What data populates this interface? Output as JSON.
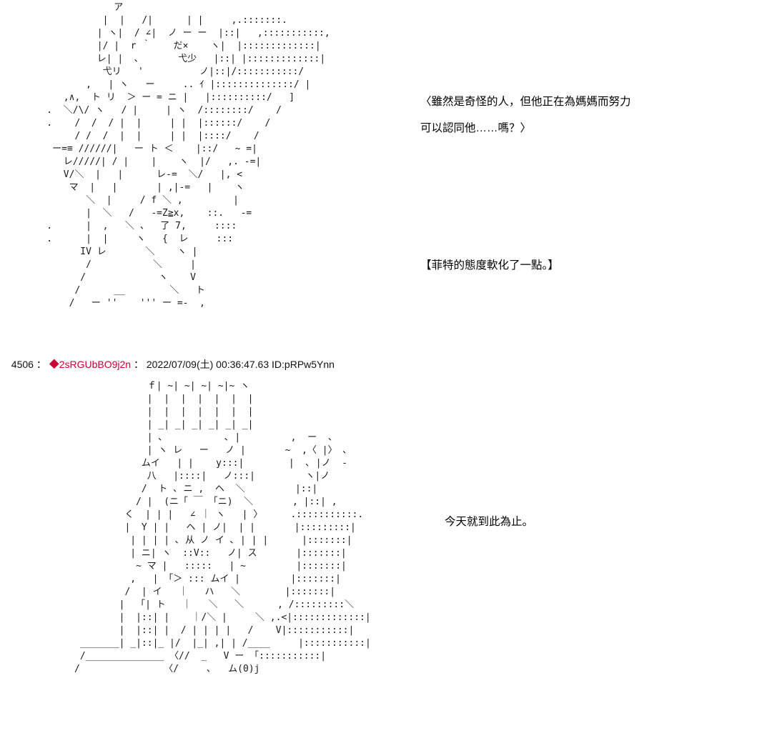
{
  "page": {
    "background_color": "#ffffff",
    "tripcode_color": "#cc0033"
  },
  "post_previous": {
    "aa_art": [
      "                ア",
      "              |  |   /|      | |     ,.:::::::.",
      "             | ヽ|  / ∠|  ノ ー ー  |::|   ,:::::::::::,",
      "             |/ |  r ｀    だ×    ヽ|  |:::::::::::::|",
      "             レ| |  ､       弋少   |::| |:::::::::::::|",
      "              弋リ   '          ノ|::|/:::::::::::/",
      "           ,   | ヽ   ー     .. ｲ |::::::::::::::/ |",
      "       ,∧,  ト リ  ＞ ー = ニ |   |::::::::::/   ]",
      "    .  ＼/\\/ ヽ   / |     | ヽ  /::::::::/    /",
      "    .    /  /  / |  |     | |  |::::::/    /",
      "         / /  /  |  |     | |  |::::/    /",
      "     ー=≡ //////|   ー ト ＜    |::/   ~ =|",
      "       レ/////| / |    |    ヽ  |/   ,. -=|",
      "       V/＼  |   |      レ-=  ＼/   |, <",
      "        マ  |   |       | ,|-=   |    ヽ",
      "           ＼  |     / f ＼ ,         |",
      "           |  ＼   /   -=Z≧x,    ::.   -=",
      "    .      |  ,   ＼ 、  了 7,     ::::",
      "    .      |  |     ヽ   {  レ     :::",
      "          IV レ       ＼    ヽ |",
      "           /           ＼     |",
      "          /             ヽ    V",
      "         /      __        ＼   ト",
      "        /   ー ''    ''' ー =-  ,"
    ],
    "dialogue_lines": [
      "〈雖然是奇怪的人，但他正在為媽媽而努力",
      "可以認同他……嗎？〉"
    ],
    "narration": "【菲特的態度軟化了一點。】"
  },
  "post_header": {
    "number": "4506",
    "separator1": " ： ",
    "tripcode": "◆2sRGUbBO9j2n",
    "separator2": " ： ",
    "datetime": "2022/07/09(土) 00:36:47.63",
    "space": " ",
    "id": "ID:pRPw5Ynn"
  },
  "post_current": {
    "aa_art": [
      "             ｆ| ~| ~| ~| ~|~ ヽ",
      "             |  |  |  |  |  |  |",
      "             |  |  |  |  |  |  |",
      "             | _| _| _| _| _| _|",
      "             | ､           ､ |         ,  ー  、",
      "             | ヽ レ   ー   ノ |       ~  ,〈 |〉 ､",
      "            ムイ   | |    y:::|        |  ､ |ノ  -",
      "             八   |::::|   ノ:::|         ヽ|ノ",
      "            /  ト ､ ニ ,  ヘ  ＼         |::|",
      "           / |  (ニ「 ￣ 「ニ)  ＼       , |::| ,",
      "         く  | | |   ∠ ｜ ヽ   | 〉     .:::::::::::.",
      "         |  Y | |   ヘ | ノ|  | |       |:::::::::|",
      "          | | | | ､ 从 ノ イ ､ | | |      |:::::::|",
      "          | ニ| ヽ  ::V::   ノ| ス       |:::::::|",
      "           ~ マ |   :::::   | ~         |:::::::|",
      "          ,   | 「＞ ::: ムイ |         |:::::::|",
      "         /  | イ   ｜   ハ   ＼        |:::::::|",
      "        |  「| ト   ｜   ＼   ＼      , /:::::::::＼",
      "        |  |::| |    ｜/＼ |     ＼ ,.<|:::::::::::::|",
      "        |  |::| |  / | | | |   /    V|:::::::::::|",
      " _______| _|::|_ |/  |_| ,| | /____     |:::::::::::|",
      " /______________ 〈//  _   V ー 「:::::::::::|",
      "/               〈/     ､   ム(0)j"
    ],
    "dialogue": "今天就到此為止。"
  }
}
